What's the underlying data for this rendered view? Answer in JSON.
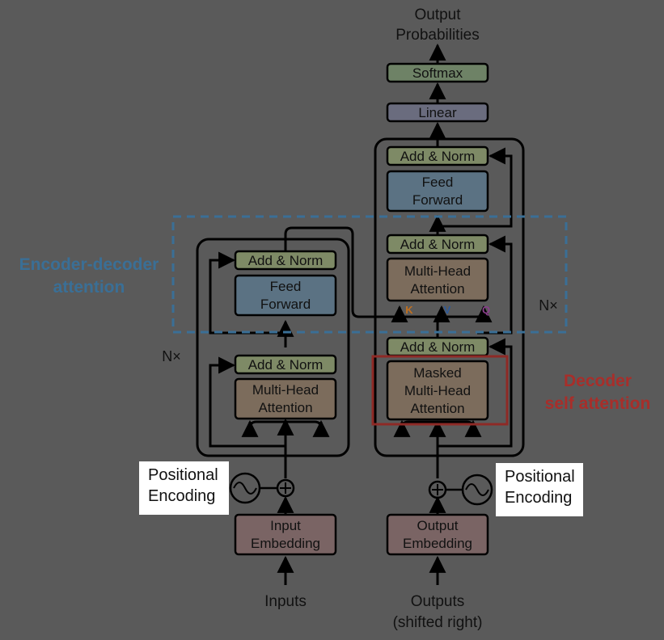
{
  "top_label": {
    "line1": "Output",
    "line2": "Probabilities"
  },
  "decoder": {
    "softmax": "Softmax",
    "linear": "Linear",
    "add_norm_top": "Add & Norm",
    "feed_forward": {
      "line1": "Feed",
      "line2": "Forward"
    },
    "add_norm_mid": "Add & Norm",
    "mha": {
      "line1": "Multi-Head",
      "line2": "Attention"
    },
    "add_norm_low": "Add & Norm",
    "masked_mha": {
      "line1": "Masked",
      "line2": "Multi-Head",
      "line3": "Attention"
    },
    "output_embedding": {
      "line1": "Output",
      "line2": "Embedding"
    },
    "outputs": {
      "line1": "Outputs",
      "line2": "(shifted right)"
    },
    "nx": "N×",
    "positional_encoding": {
      "line1": "Positional",
      "line2": "Encoding"
    }
  },
  "encoder": {
    "add_norm_top": "Add & Norm",
    "feed_forward": {
      "line1": "Feed",
      "line2": "Forward"
    },
    "add_norm_low": "Add & Norm",
    "mha": {
      "line1": "Multi-Head",
      "line2": "Attention"
    },
    "input_embedding": {
      "line1": "Input",
      "line2": "Embedding"
    },
    "inputs": "Inputs",
    "nx": "N×",
    "positional_encoding": {
      "line1": "Positional",
      "line2": "Encoding"
    }
  },
  "kvq": {
    "k": "K",
    "v": "V",
    "q": "Q"
  },
  "annotations": {
    "encoder_decoder": {
      "line1": "Encoder-decoder",
      "line2": "attention",
      "color": "#3a6f96"
    },
    "decoder_self": {
      "line1": "Decoder",
      "line2": "self attention",
      "color": "#a82e2a"
    }
  },
  "colors": {
    "add_norm": "#7e8a66",
    "feed_forward": "#5b7283",
    "attention": "#7c6c5c",
    "embedding": "#7a6464",
    "linear": "#6a6c7e",
    "softmax": "#6e8266",
    "k_color": "#c2701f",
    "v_color": "#2e5a9a",
    "q_color": "#8a3e8c"
  }
}
